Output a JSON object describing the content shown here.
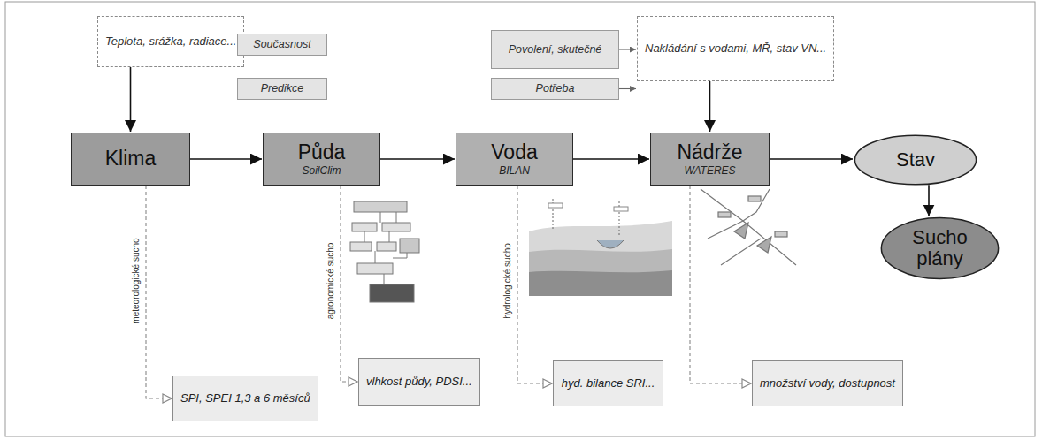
{
  "diagram": {
    "nodes": [
      {
        "text": [
          "Teplota, srážka, radiace..."
        ]
      },
      {
        "text": [
          "Současnost"
        ]
      },
      {
        "text": [
          "Predikce"
        ]
      },
      {
        "text": [
          "Povolení, skutečné"
        ]
      },
      {
        "text": [
          "Potřeba"
        ]
      },
      {
        "text": [
          "Nakládání s vodami, MŘ, stav VN..."
        ]
      },
      {
        "text": [
          "Klima"
        ]
      },
      {
        "text": [
          "Půda",
          "SoilClim"
        ]
      },
      {
        "text": [
          "Voda",
          "BILAN"
        ]
      },
      {
        "text": [
          "Nádrže",
          "WATERES"
        ]
      },
      {
        "text": [
          "Stav"
        ]
      },
      {
        "text": [
          "Sucho plány"
        ]
      },
      {
        "text": [
          "SPI, SPEI 1,3 a 6 měsíců"
        ]
      },
      {
        "text": [
          "vlhkost půdy, PDSI..."
        ]
      },
      {
        "text": [
          "hyd. bilance SRI..."
        ]
      },
      {
        "text": [
          "množství vody, dostupnost"
        ]
      }
    ],
    "edges": [
      {
        "from": 1,
        "to": 0,
        "arrow": "to"
      },
      {
        "from": 2,
        "to": 0,
        "arrow": "to"
      },
      {
        "from": 3,
        "to": 5,
        "arrow": "to"
      },
      {
        "from": 4,
        "to": 5,
        "arrow": "to"
      },
      {
        "from": 0,
        "to": 6,
        "arrow": "to"
      },
      {
        "from": 5,
        "to": 9,
        "arrow": "to"
      },
      {
        "from": 6,
        "to": 7,
        "arrow": "to"
      },
      {
        "from": 7,
        "to": 8,
        "arrow": "to"
      },
      {
        "from": 8,
        "to": 9,
        "arrow": "to"
      },
      {
        "from": 9,
        "to": 10,
        "arrow": "to"
      },
      {
        "from": 10,
        "to": 11,
        "arrow": "to"
      },
      {
        "from": 6,
        "to": 12,
        "arrow": "to"
      },
      {
        "from": 7,
        "to": 13,
        "arrow": "to"
      },
      {
        "from": 8,
        "to": 14,
        "arrow": "to"
      },
      {
        "from": 9,
        "to": 15,
        "arrow": "to"
      }
    ],
    "labels": [
      "meteorologické sucho",
      "agronomické sucho",
      "hydrologické sucho"
    ]
  }
}
